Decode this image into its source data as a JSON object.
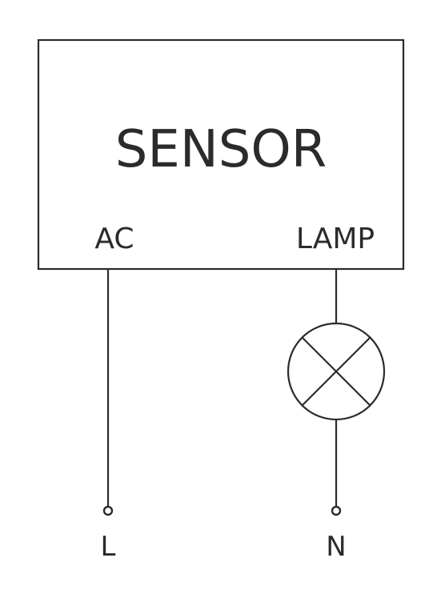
{
  "sensor_box": {
    "title": "SENSOR",
    "port_ac": "AC",
    "port_lamp": "LAMP"
  },
  "terminals": {
    "line": "L",
    "neutral": "N"
  },
  "colors": {
    "stroke": "#2b2b2b",
    "background": "#ffffff"
  },
  "icons": {
    "lamp": "lamp-symbol-icon",
    "terminal": "terminal-circle-icon"
  }
}
